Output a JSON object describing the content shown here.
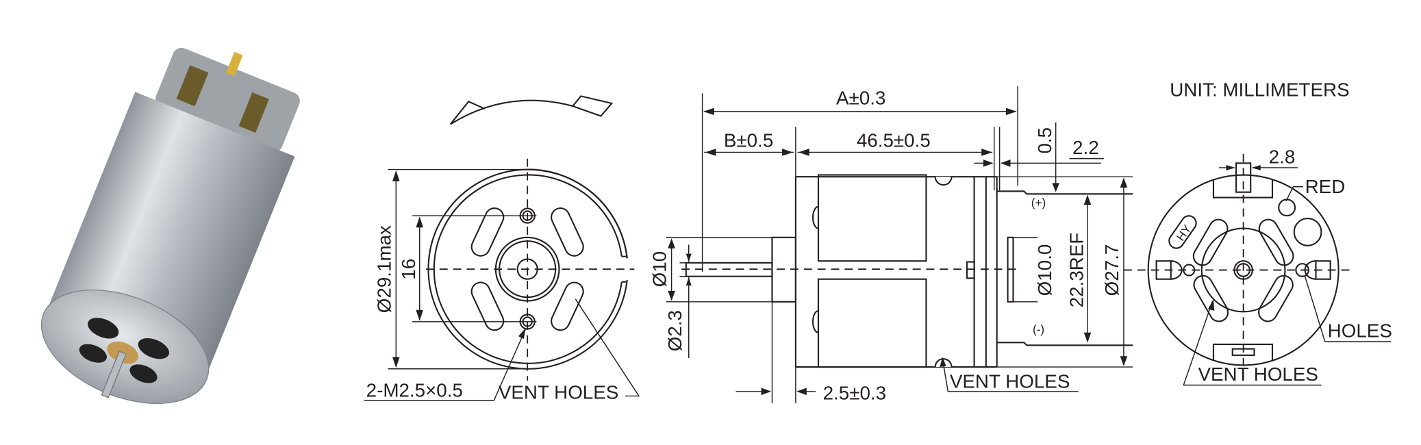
{
  "title": "UNIT: MILLIMETERS",
  "front_view": {
    "diameter_label": "Ø29.1max",
    "hole_spacing_label": "16",
    "thread_label": "2-M2.5×0.5",
    "vent_label": "VENT HOLES"
  },
  "side_view": {
    "overall_length_label": "A±0.3",
    "shaft_length_label": "B±0.5",
    "body_length_label": "46.5±0.5",
    "plate_label": "0.5",
    "terminal_label": "2.2",
    "boss_diameter_label": "Ø10",
    "shaft_diameter_label": "Ø2.3",
    "boss_height_label": "2.5±0.3",
    "vent_label": "VENT HOLES",
    "plus_label": "(+)",
    "minus_label": "(-)",
    "rear_boss_label": "Ø10.0",
    "terminal_spacing_label": "22.3REF",
    "body_diameter_label": "Ø27.7"
  },
  "rear_view": {
    "terminal_width_label": "2.8",
    "red_label": "RED",
    "holes_label": "HOLES",
    "vent_label": "VENT HOLES",
    "logo_text": "HY"
  }
}
